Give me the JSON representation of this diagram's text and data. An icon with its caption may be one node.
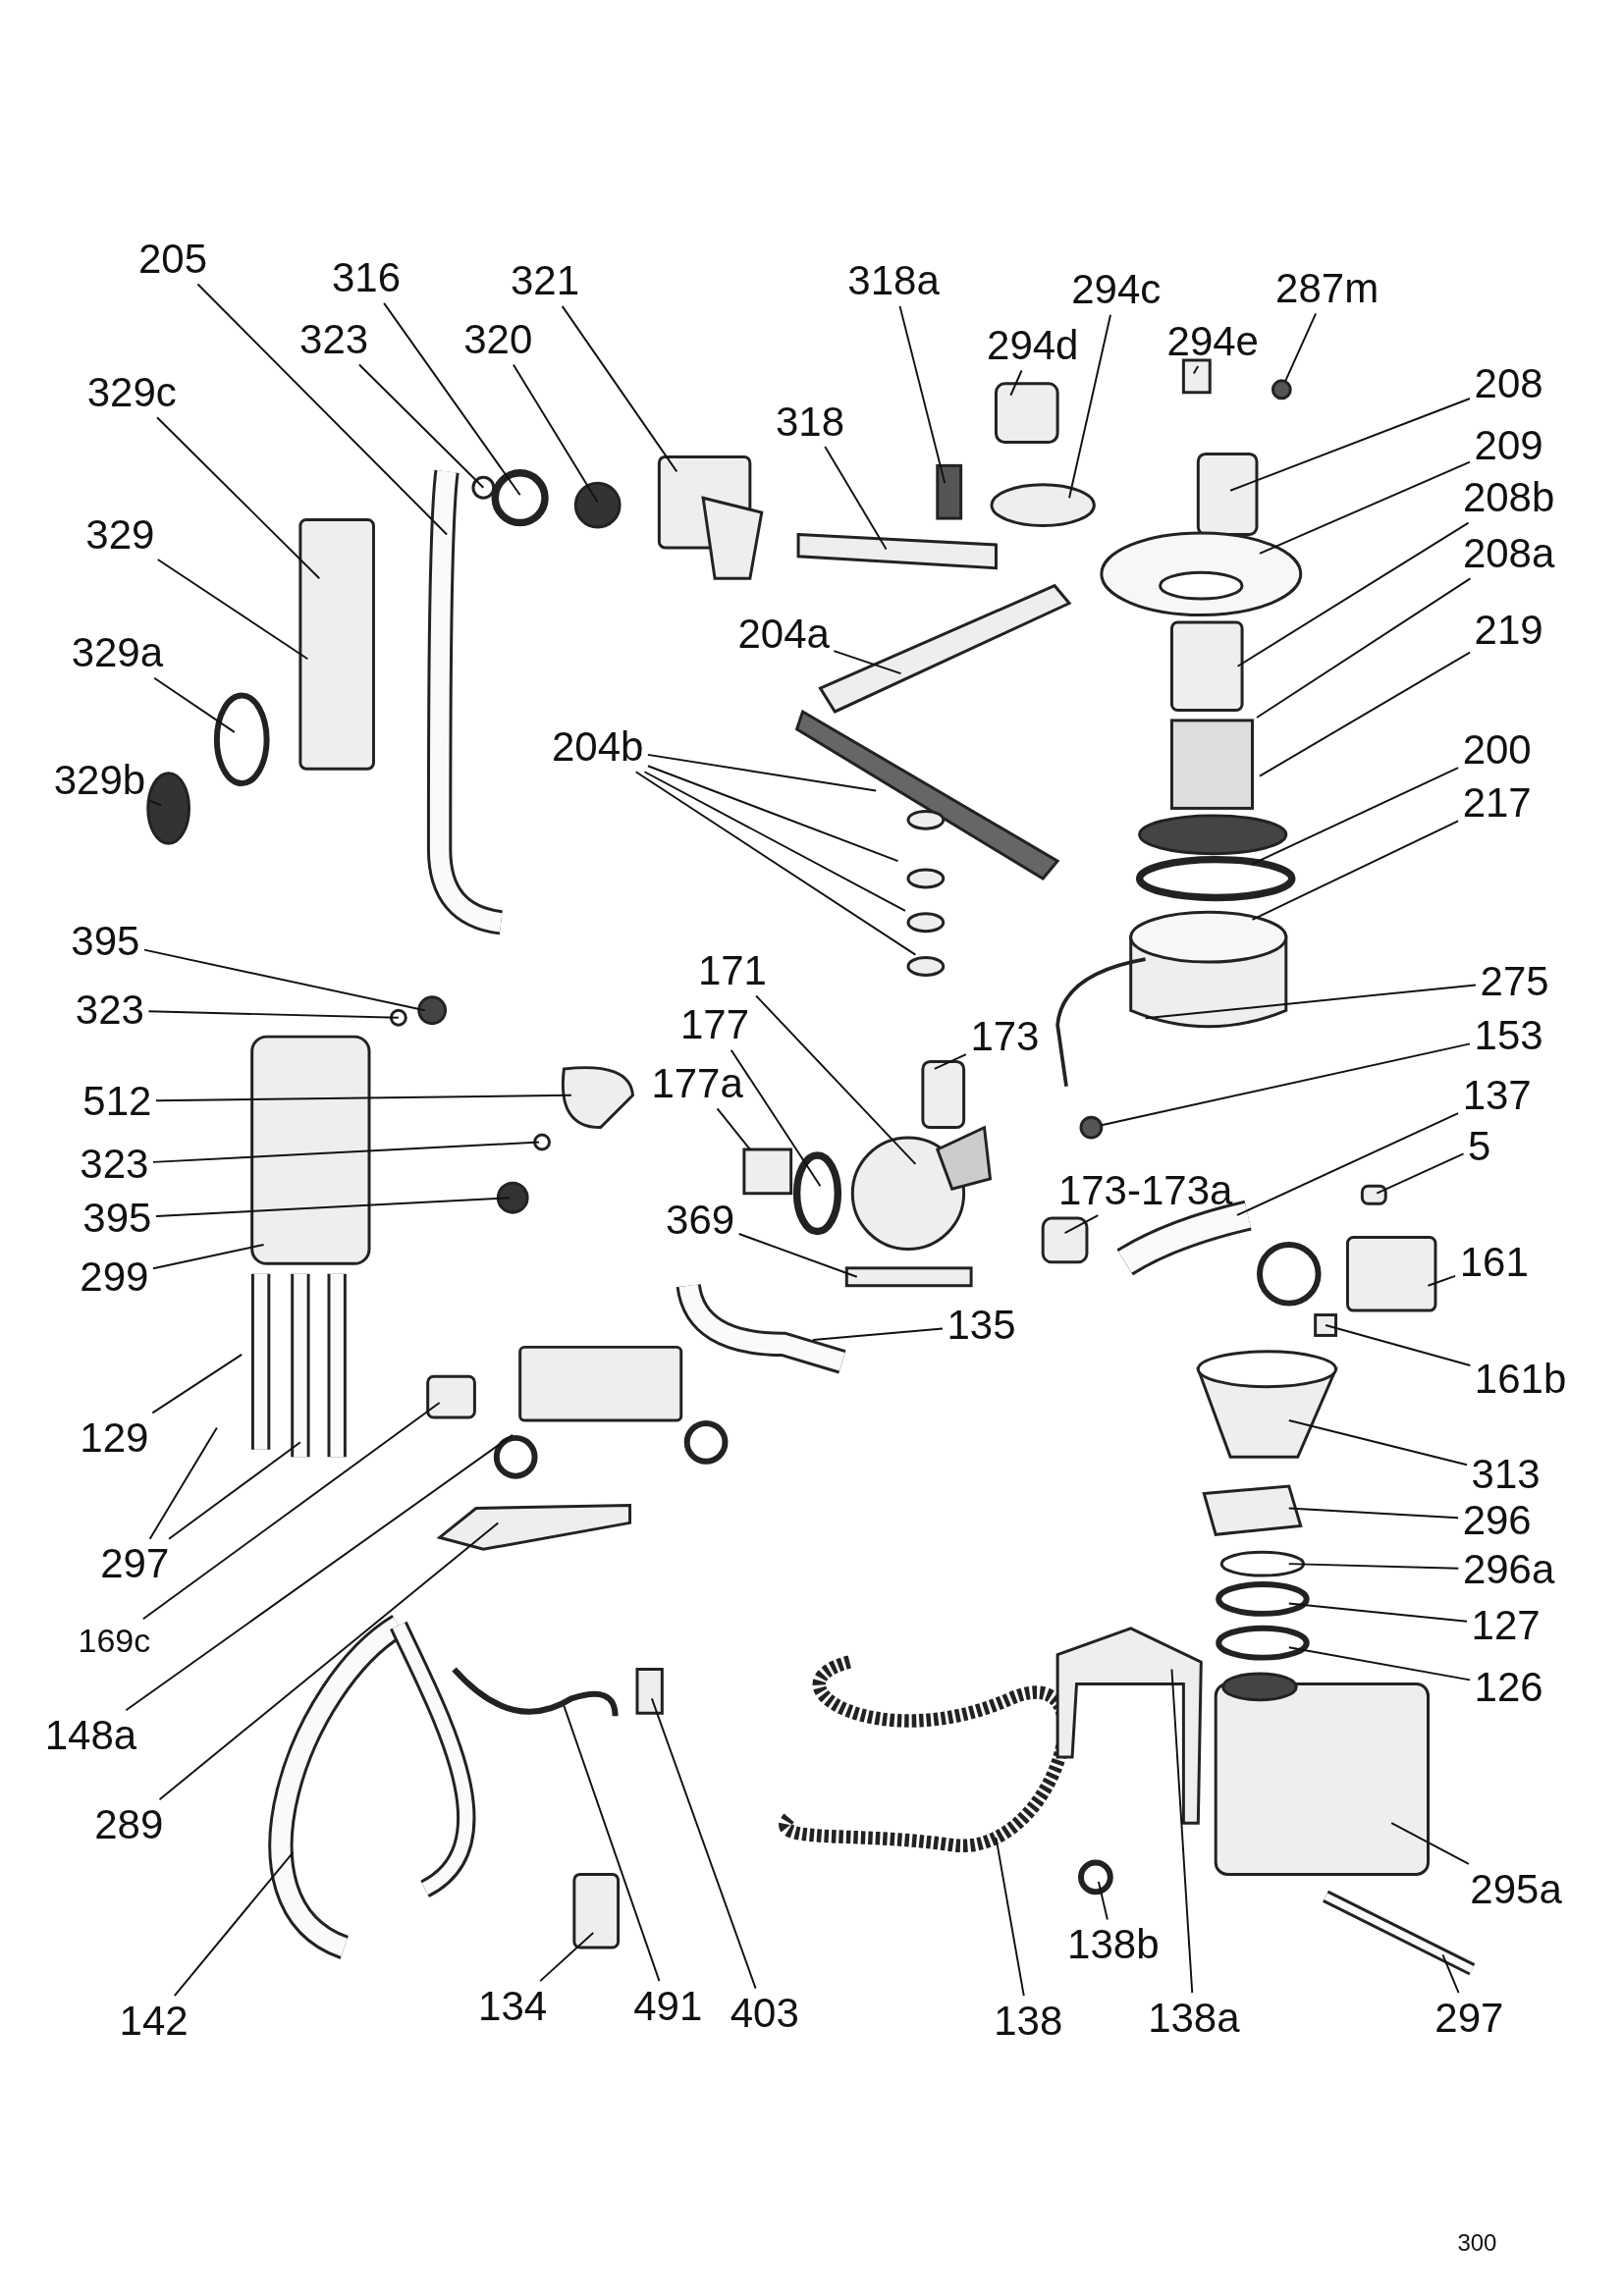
{
  "diagram": {
    "nodes": [
      {
        "text": [
          "205"
        ]
      },
      {
        "text": [
          "316"
        ]
      },
      {
        "text": [
          "321"
        ]
      },
      {
        "text": [
          "318a"
        ]
      },
      {
        "text": [
          "294c"
        ]
      },
      {
        "text": [
          "287m"
        ]
      },
      {
        "text": [
          "323"
        ]
      },
      {
        "text": [
          "320"
        ]
      },
      {
        "text": [
          "294d"
        ]
      },
      {
        "text": [
          "294e"
        ]
      },
      {
        "text": [
          "208"
        ]
      },
      {
        "text": [
          "329c"
        ]
      },
      {
        "text": [
          "318"
        ]
      },
      {
        "text": [
          "209"
        ]
      },
      {
        "text": [
          "208b"
        ]
      },
      {
        "text": [
          "329"
        ]
      },
      {
        "text": [
          "208a"
        ]
      },
      {
        "text": [
          "219"
        ]
      },
      {
        "text": [
          "204a"
        ]
      },
      {
        "text": [
          "329a"
        ]
      },
      {
        "text": [
          "204b"
        ]
      },
      {
        "text": [
          "200"
        ]
      },
      {
        "text": [
          "329b"
        ]
      },
      {
        "text": [
          "217"
        ]
      },
      {
        "text": [
          "395"
        ]
      },
      {
        "text": [
          "171"
        ]
      },
      {
        "text": [
          "275"
        ]
      },
      {
        "text": [
          "323"
        ]
      },
      {
        "text": [
          "177"
        ]
      },
      {
        "text": [
          "153"
        ]
      },
      {
        "text": [
          "173"
        ]
      },
      {
        "text": [
          "177a"
        ]
      },
      {
        "text": [
          "137"
        ]
      },
      {
        "text": [
          "512"
        ]
      },
      {
        "text": [
          "5"
        ]
      },
      {
        "text": [
          "323"
        ]
      },
      {
        "text": [
          "173-173a"
        ]
      },
      {
        "text": [
          "395"
        ]
      },
      {
        "text": [
          "369"
        ]
      },
      {
        "text": [
          "161"
        ]
      },
      {
        "text": [
          "299"
        ]
      },
      {
        "text": [
          "135"
        ]
      },
      {
        "text": [
          "161b"
        ]
      },
      {
        "text": [
          "129"
        ]
      },
      {
        "text": [
          "313"
        ]
      },
      {
        "text": [
          "296"
        ]
      },
      {
        "text": [
          "297"
        ]
      },
      {
        "text": [
          "296a"
        ]
      },
      {
        "text": [
          "127"
        ]
      },
      {
        "text": [
          "169c"
        ]
      },
      {
        "text": [
          "126"
        ]
      },
      {
        "text": [
          "148a"
        ]
      },
      {
        "text": [
          "289"
        ]
      },
      {
        "text": [
          "295a"
        ]
      },
      {
        "text": [
          "138b"
        ]
      },
      {
        "text": [
          "134"
        ]
      },
      {
        "text": [
          "491"
        ]
      },
      {
        "text": [
          "403"
        ]
      },
      {
        "text": [
          "297"
        ]
      },
      {
        "text": [
          "142"
        ]
      },
      {
        "text": [
          "138"
        ]
      },
      {
        "text": [
          "138a"
        ]
      },
      {
        "text": [],
        "shape": "circle"
      },
      {
        "text": [],
        "shape": "cable"
      },
      {
        "text": [],
        "shape": "circle"
      },
      {
        "text": [],
        "shape": "box"
      },
      {
        "text": [],
        "shape": "hose"
      }
    ],
    "edges": [
      {
        "from": 0,
        "to": null,
        "arrow": "none"
      },
      {
        "from": 1,
        "to": null,
        "arrow": "none"
      },
      {
        "from": 2,
        "to": null,
        "arrow": "none"
      },
      {
        "from": 3,
        "to": null,
        "arrow": "none"
      },
      {
        "from": 4,
        "to": null,
        "arrow": "none"
      },
      {
        "from": 5,
        "to": 62,
        "arrow": "none"
      },
      {
        "from": 6,
        "to": null,
        "arrow": "none"
      },
      {
        "from": 7,
        "to": null,
        "arrow": "none"
      },
      {
        "from": 8,
        "to": null,
        "arrow": "none"
      },
      {
        "from": 9,
        "to": null,
        "arrow": "none"
      },
      {
        "from": 10,
        "to": null,
        "arrow": "none"
      },
      {
        "from": 11,
        "to": null,
        "arrow": "none"
      },
      {
        "from": 12,
        "to": null,
        "arrow": "none"
      },
      {
        "from": 13,
        "to": null,
        "arrow": "none"
      },
      {
        "from": 14,
        "to": null,
        "arrow": "none"
      },
      {
        "from": 15,
        "to": null,
        "arrow": "none"
      },
      {
        "from": 16,
        "to": null,
        "arrow": "none"
      },
      {
        "from": 17,
        "to": null,
        "arrow": "none"
      },
      {
        "from": 18,
        "to": null,
        "arrow": "none"
      },
      {
        "from": 19,
        "to": null,
        "arrow": "none"
      },
      {
        "from": 20,
        "to": null,
        "arrow": "none"
      },
      {
        "from": 20,
        "to": null,
        "arrow": "none"
      },
      {
        "from": 20,
        "to": null,
        "arrow": "none"
      },
      {
        "from": 20,
        "to": null,
        "arrow": "none"
      },
      {
        "from": 21,
        "to": null,
        "arrow": "none"
      },
      {
        "from": 22,
        "to": null,
        "arrow": "none"
      },
      {
        "from": 23,
        "to": null,
        "arrow": "none"
      },
      {
        "from": 24,
        "to": null,
        "arrow": "none"
      },
      {
        "from": 25,
        "to": null,
        "arrow": "none"
      },
      {
        "from": 26,
        "to": 63,
        "arrow": "none"
      },
      {
        "from": 27,
        "to": null,
        "arrow": "none"
      },
      {
        "from": 28,
        "to": null,
        "arrow": "none"
      },
      {
        "from": 29,
        "to": 64,
        "arrow": "none"
      },
      {
        "from": 30,
        "to": null,
        "arrow": "none"
      },
      {
        "from": 31,
        "to": 65,
        "arrow": "none"
      },
      {
        "from": 32,
        "to": 66,
        "arrow": "none"
      },
      {
        "from": 33,
        "to": null,
        "arrow": "none"
      },
      {
        "from": 34,
        "to": null,
        "arrow": "none"
      },
      {
        "from": 35,
        "to": null,
        "arrow": "none"
      },
      {
        "from": 36,
        "to": null,
        "arrow": "none"
      },
      {
        "from": 37,
        "to": null,
        "arrow": "none"
      },
      {
        "from": 38,
        "to": null,
        "arrow": "none"
      },
      {
        "from": 39,
        "to": null,
        "arrow": "none"
      },
      {
        "from": 40,
        "to": null,
        "arrow": "none"
      },
      {
        "from": 41,
        "to": null,
        "arrow": "none"
      },
      {
        "from": 42,
        "to": null,
        "arrow": "none"
      },
      {
        "from": 43,
        "to": null,
        "arrow": "none"
      },
      {
        "from": 44,
        "to": null,
        "arrow": "none"
      },
      {
        "from": 45,
        "to": null,
        "arrow": "none"
      },
      {
        "from": 46,
        "to": null,
        "arrow": "none"
      },
      {
        "from": 46,
        "to": null,
        "arrow": "none"
      },
      {
        "from": 47,
        "to": null,
        "arrow": "none"
      },
      {
        "from": 48,
        "to": null,
        "arrow": "none"
      },
      {
        "from": 49,
        "to": null,
        "arrow": "none"
      },
      {
        "from": 50,
        "to": null,
        "arrow": "none"
      },
      {
        "from": 51,
        "to": null,
        "arrow": "none"
      },
      {
        "from": 52,
        "to": null,
        "arrow": "none"
      },
      {
        "from": 53,
        "to": null,
        "arrow": "none"
      },
      {
        "from": 54,
        "to": null,
        "arrow": "none"
      },
      {
        "from": 55,
        "to": null,
        "arrow": "none"
      },
      {
        "from": 56,
        "to": null,
        "arrow": "none"
      },
      {
        "from": 57,
        "to": null,
        "arrow": "none"
      },
      {
        "from": 58,
        "to": null,
        "arrow": "none"
      },
      {
        "from": 59,
        "to": null,
        "arrow": "none"
      },
      {
        "from": 60,
        "to": null,
        "arrow": "none"
      },
      {
        "from": 61,
        "to": null,
        "arrow": "none"
      }
    ],
    "labels": [
      "300"
    ]
  }
}
